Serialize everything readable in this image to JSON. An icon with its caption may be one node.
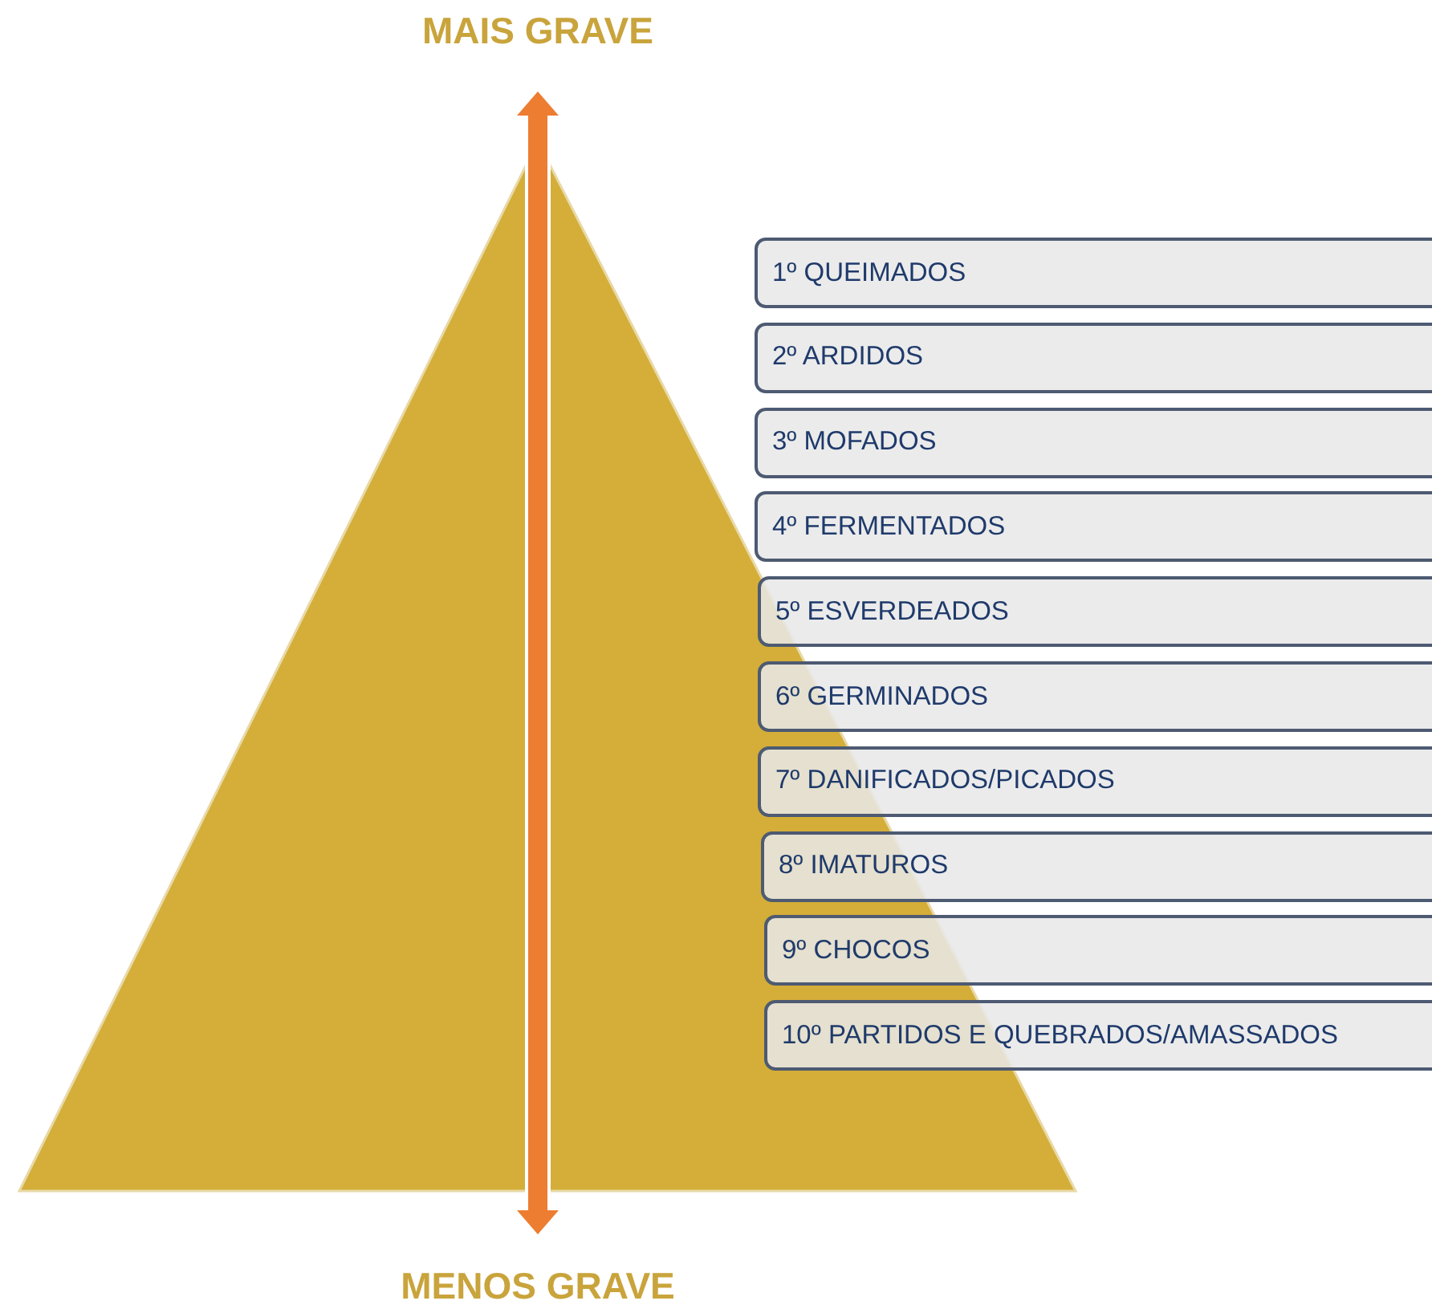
{
  "diagram": {
    "nodes": [
      {
        "text": [
          "1º QUEIMADOS"
        ]
      },
      {
        "text": [
          "2º ARDIDOS"
        ]
      },
      {
        "text": [
          "3º MOFADOS"
        ]
      },
      {
        "text": [
          "4º FERMENTADOS"
        ]
      },
      {
        "text": [
          "5º ESVERDEADOS"
        ]
      },
      {
        "text": [
          "6º GERMINADOS"
        ]
      },
      {
        "text": [
          "7º DANIFICADOS/PICADOS"
        ]
      },
      {
        "text": [
          "8º IMATUROS"
        ]
      },
      {
        "text": [
          "9º CHOCOS"
        ]
      },
      {
        "text": [
          "10º PARTIDOS E QUEBRADOS/AMASSADOS"
        ]
      }
    ],
    "labels": [
      "MAIS GRAVE",
      "MENOS GRAVE"
    ]
  }
}
